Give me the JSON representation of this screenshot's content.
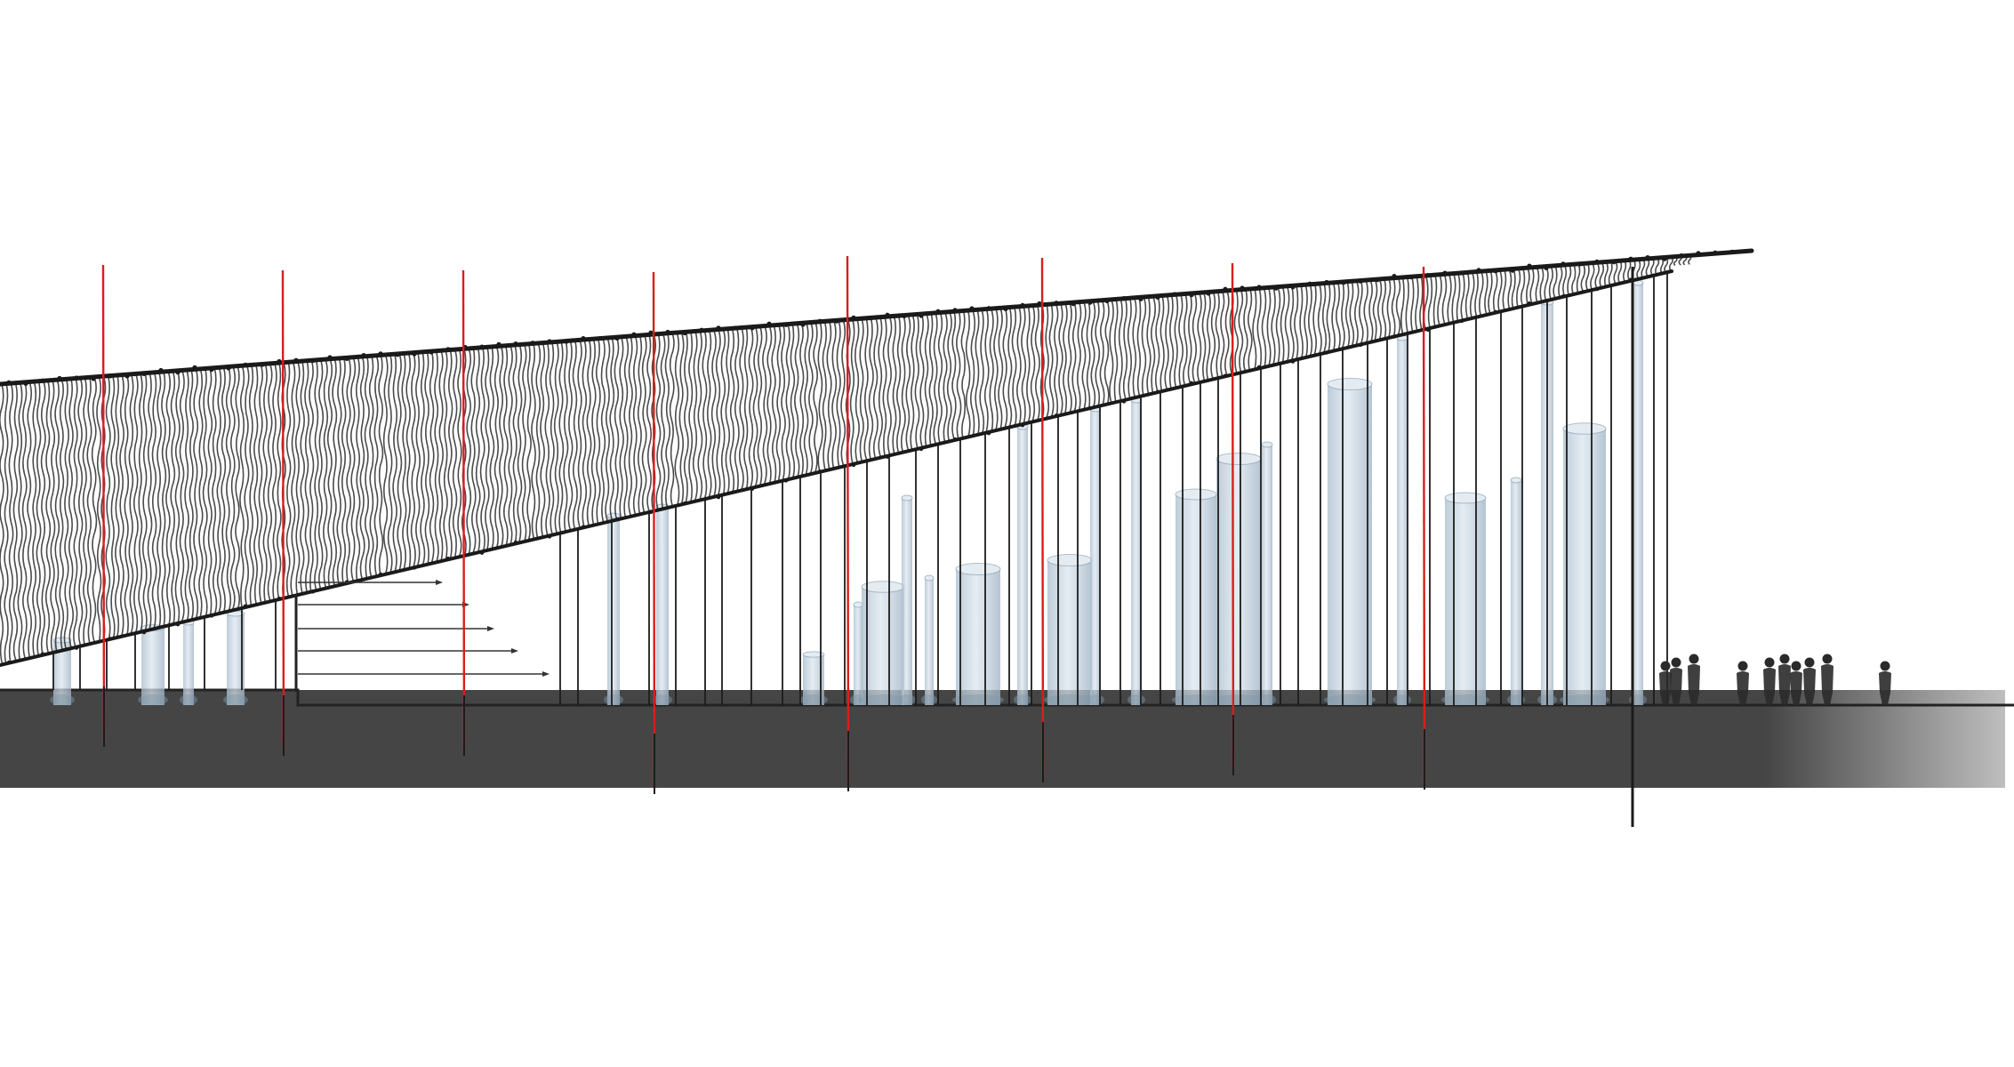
{
  "drawing": {
    "kind": "architectural-section-sketch",
    "labels": [],
    "colors": {
      "background": "#ffffff",
      "ground": "#454545",
      "canopy_strands": "#2b2b2b",
      "canopy_edge": "#1a1a1a",
      "structural_grid": "#d81e1e",
      "hanging_rods": "#1c1c1c",
      "columns": "#b9cad8",
      "column_shadow": "#7f98ad",
      "figures": "#2a2a2a"
    },
    "element_counts": {
      "structural_grid_lines": 8,
      "suspended_columns": 26,
      "people": 9,
      "stair_treads": 5
    }
  }
}
